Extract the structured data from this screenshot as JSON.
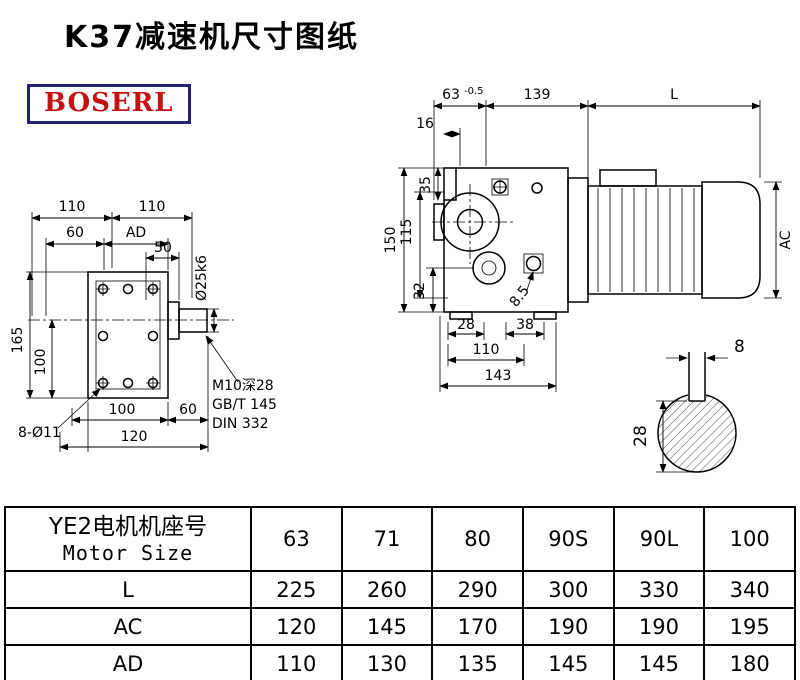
{
  "title": "K37减速机尺寸图纸",
  "brand": "BOSERL",
  "left_view": {
    "top_110a": "110",
    "top_110b": "110",
    "mid_60": "60",
    "mid_AD": "AD",
    "d50": "50",
    "shaft_dia": "Ø25k6",
    "h165": "165",
    "h100": "100",
    "holes": "8-Ø11",
    "bot_100": "100",
    "bot_60": "60",
    "bot_120": "120",
    "note_m10": "M10深28",
    "note_gbt": "GB/T 145",
    "note_din": "DIN 332"
  },
  "front_view": {
    "d63": "63",
    "d63_tol": "-0.5",
    "d139": "139",
    "dL": "L",
    "d16": "16",
    "d35": "35",
    "d150": "150",
    "d115": "115",
    "d32": "32",
    "d28": "28",
    "d38": "38",
    "d8_5": "8.5",
    "d110": "110",
    "d143": "143",
    "dAC": "AC"
  },
  "shaft_section": {
    "key_w": "8",
    "key_h": "28"
  },
  "table": {
    "row_header_cn": "YE2电机机座号",
    "row_header_en": "Motor Size",
    "sizes": [
      "63",
      "71",
      "80",
      "90S",
      "90L",
      "100"
    ],
    "rows": [
      {
        "label": "L",
        "values": [
          "225",
          "260",
          "290",
          "300",
          "330",
          "340"
        ]
      },
      {
        "label": "AC",
        "values": [
          "120",
          "145",
          "170",
          "190",
          "190",
          "195"
        ]
      },
      {
        "label": "AD",
        "values": [
          "110",
          "130",
          "135",
          "145",
          "145",
          "180"
        ]
      }
    ]
  }
}
